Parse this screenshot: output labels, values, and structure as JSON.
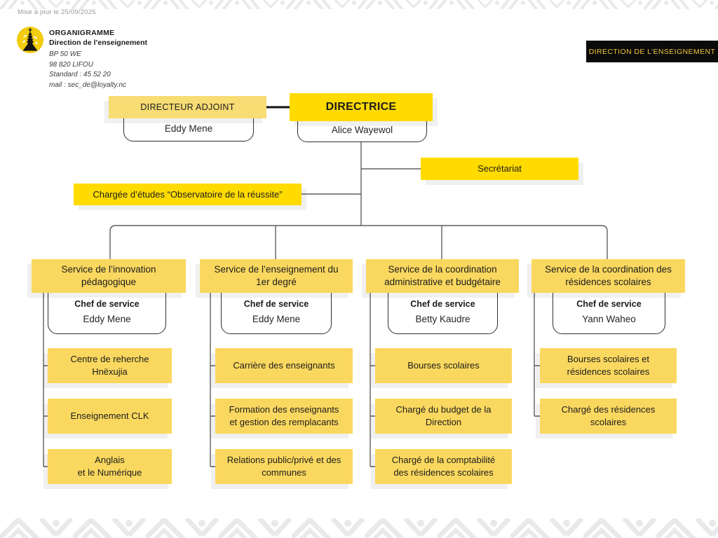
{
  "page": {
    "updated_note": "Mise à jour le 25/09/2025"
  },
  "letterhead": {
    "logo_icon": "totem-logo",
    "title": "ORGANIGRAMME",
    "subtitle": "Direction de l’enseignement",
    "address_lines": [
      "BP 50 WE",
      "98 820 LIFOU",
      "Standard : 45 52 20",
      "mail : sec_de@loyalty.nc"
    ]
  },
  "banner": {
    "label": "DIRECTION DE L’ENSEIGNEMENT"
  },
  "chart": {
    "directeur_adjoint": {
      "title": "DIRECTEUR ADJOINT",
      "name": "Eddy Mene"
    },
    "directrice": {
      "title": "DIRECTRICE",
      "name": "Alice Wayewol"
    },
    "secretariat": "Secrétariat",
    "chargee_etudes": "Chargée d’études “Observatoire de la réussite”",
    "services": [
      {
        "title": [
          "Service de l’innovation",
          "pédagogique"
        ],
        "chef_label": "Chef de service",
        "chef_name": "Eddy Mene",
        "units": [
          [
            "Centre de reherche",
            "Hnëxujia"
          ],
          [
            "Enseignement CLK"
          ],
          [
            "Anglais",
            "et le Numérique"
          ]
        ]
      },
      {
        "title": [
          "Service de l’enseignement du",
          "1er degré"
        ],
        "chef_label": "Chef de service",
        "chef_name": "Eddy Mene",
        "units": [
          [
            "Carrière des enseignants"
          ],
          [
            "Formation des enseignants",
            "et gestion des remplacants"
          ],
          [
            "Relations public/privé et des",
            "communes"
          ]
        ]
      },
      {
        "title": [
          "Service de la coordination",
          "administrative et budgétaire"
        ],
        "chef_label": "Chef de service",
        "chef_name": "Betty Kaudre",
        "units": [
          [
            "Bourses scolaires"
          ],
          [
            "Chargé du budget de la",
            "Direction"
          ],
          [
            "Chargé de la comptabilité",
            "des résidences scolaires"
          ]
        ]
      },
      {
        "title": [
          "Service de la coordination des",
          "résidences scolaires"
        ],
        "chef_label": "Chef de service",
        "chef_name": "Yann Waheo",
        "units": [
          [
            "Bourses scolaires et",
            "résidences scolaires"
          ],
          [
            "Chargé des résidences",
            "scolaires"
          ]
        ]
      }
    ]
  },
  "colors": {
    "bright_yellow": "#ffdb00",
    "soft_yellow": "#fad85f",
    "adjoint_yellow": "#f8dc74",
    "banner_bg": "#0a0a0a",
    "banner_text": "#efc73f",
    "connector_line": "#5f5f5f",
    "thick_link": "#111111",
    "pattern_gray": "#e9e9ec",
    "logo_circle": "#f2cc0d"
  }
}
